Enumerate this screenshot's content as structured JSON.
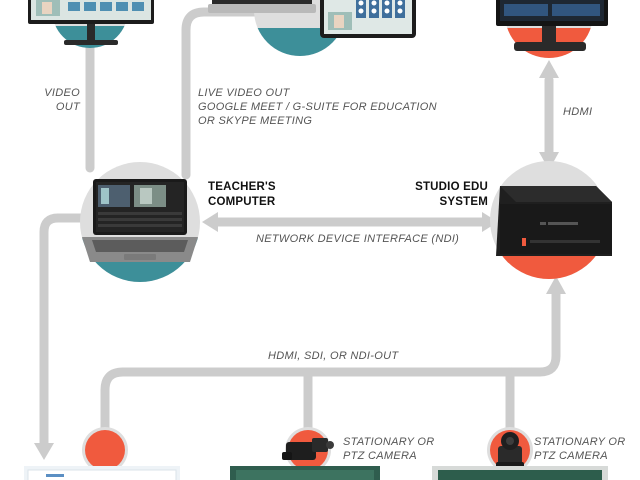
{
  "colors": {
    "connector": "#cccccc",
    "circle_ring": "#dedede",
    "teal": "#3d8f99",
    "accent_red": "#f05a3e",
    "text_dark": "#111111",
    "text_gray": "#555555"
  },
  "nodes": {
    "teachers_computer": {
      "title_lines": [
        "TEACHER'S",
        "COMPUTER"
      ]
    },
    "studio_edu": {
      "title_lines": [
        "STUDIO EDU",
        "SYSTEM"
      ]
    }
  },
  "edges": {
    "video_out": {
      "lines": [
        "VIDEO",
        "OUT"
      ]
    },
    "live_video_out": {
      "lines": [
        "LIVE VIDEO OUT",
        "GOOGLE MEET / G-SUITE FOR EDUCATION",
        "OR SKYPE MEETING"
      ]
    },
    "hdmi": {
      "label": "HDMI"
    },
    "ndi": {
      "label": "NETWORK DEVICE INTERFACE (NDI)"
    },
    "camera_bus": {
      "label": "HDMI, SDI, OR NDI-OUT"
    }
  },
  "cameras": {
    "camera_1": {
      "lines": [
        "STATIONARY OR",
        "PTZ CAMERA"
      ]
    },
    "camera_2": {
      "lines": [
        "STATIONARY OR",
        "PTZ CAMERA"
      ]
    }
  }
}
